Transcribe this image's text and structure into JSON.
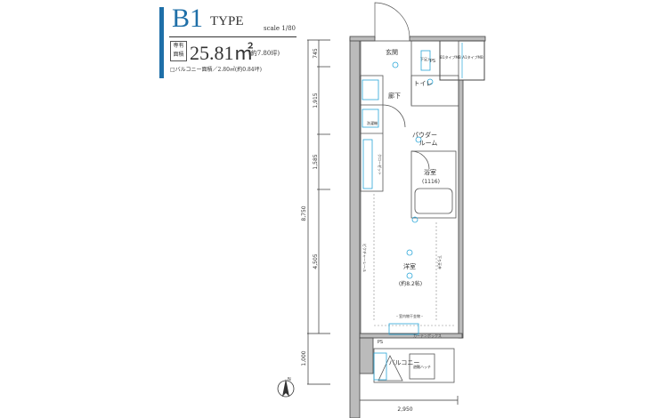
{
  "header": {
    "type_code": "B1",
    "type_word": "TYPE",
    "scale": "scale 1/80",
    "area_badge": "専有面積",
    "area_value": "25.81㎡",
    "area_tsubo": "(約7.80坪)",
    "balcony_area": "□バルコニー面積／2.80㎡(約0.84坪)"
  },
  "dimensions": {
    "total_height": "8,750",
    "segments": [
      "745",
      "1,915",
      "1,585",
      "4,505"
    ],
    "balcony_depth": "1,000",
    "width": "2,950"
  },
  "rooms": {
    "entrance": "玄関",
    "shoe": "下足入",
    "ps": "PS",
    "mb_b1": "B1タイプMB",
    "mb_a1": "A1タイプMB",
    "toilet": "トイレ",
    "hallway": "廊下",
    "powder_room_1": "パウダー",
    "powder_room_2": "ルーム",
    "bath": "浴室",
    "bath_size": "(1116)",
    "washer": "洗濯機",
    "closet": "クローゼット",
    "western_room": "洋室",
    "western_room_size": "(約8.2帖)",
    "drying_hardware": "・室内物干金物・",
    "curtain_box": "カーテンボックス",
    "picture_rail": "ピクチャーレール",
    "lowered_ceiling": "下り天井",
    "balcony": "バルコニー",
    "evac_hatch": "避難ハッチ",
    "ps2": "PS"
  },
  "compass": {
    "north": "N"
  },
  "colors": {
    "accent": "#1e6fa8",
    "fixture": "#2aa6d8"
  }
}
